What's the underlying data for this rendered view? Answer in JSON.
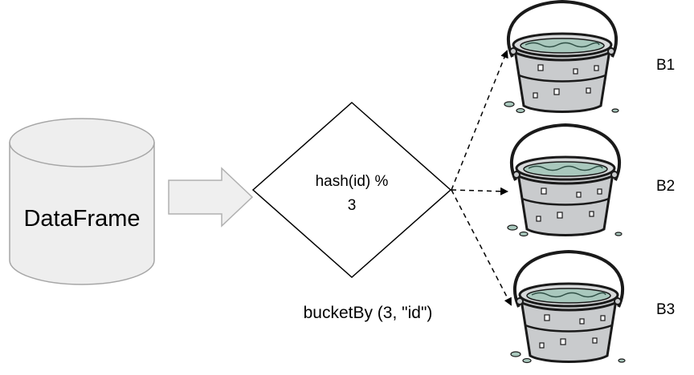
{
  "source": {
    "label": "DataFrame"
  },
  "operation": {
    "line1": "hash(id) %",
    "line2": "3"
  },
  "caption": "bucketBy (3, \"id\")",
  "buckets": [
    {
      "label": "B1"
    },
    {
      "label": "B2"
    },
    {
      "label": "B3"
    }
  ],
  "colors": {
    "cylinder_fill": "#eeeeee",
    "cylinder_stroke": "#a6a6a6",
    "arrow_fill": "#efefef",
    "arrow_stroke": "#b0b0b0",
    "diamond_stroke": "#000000",
    "bucket_body": "#c9cbcd",
    "bucket_water": "#a9c8bd",
    "bucket_outline": "#1a1a1a"
  }
}
